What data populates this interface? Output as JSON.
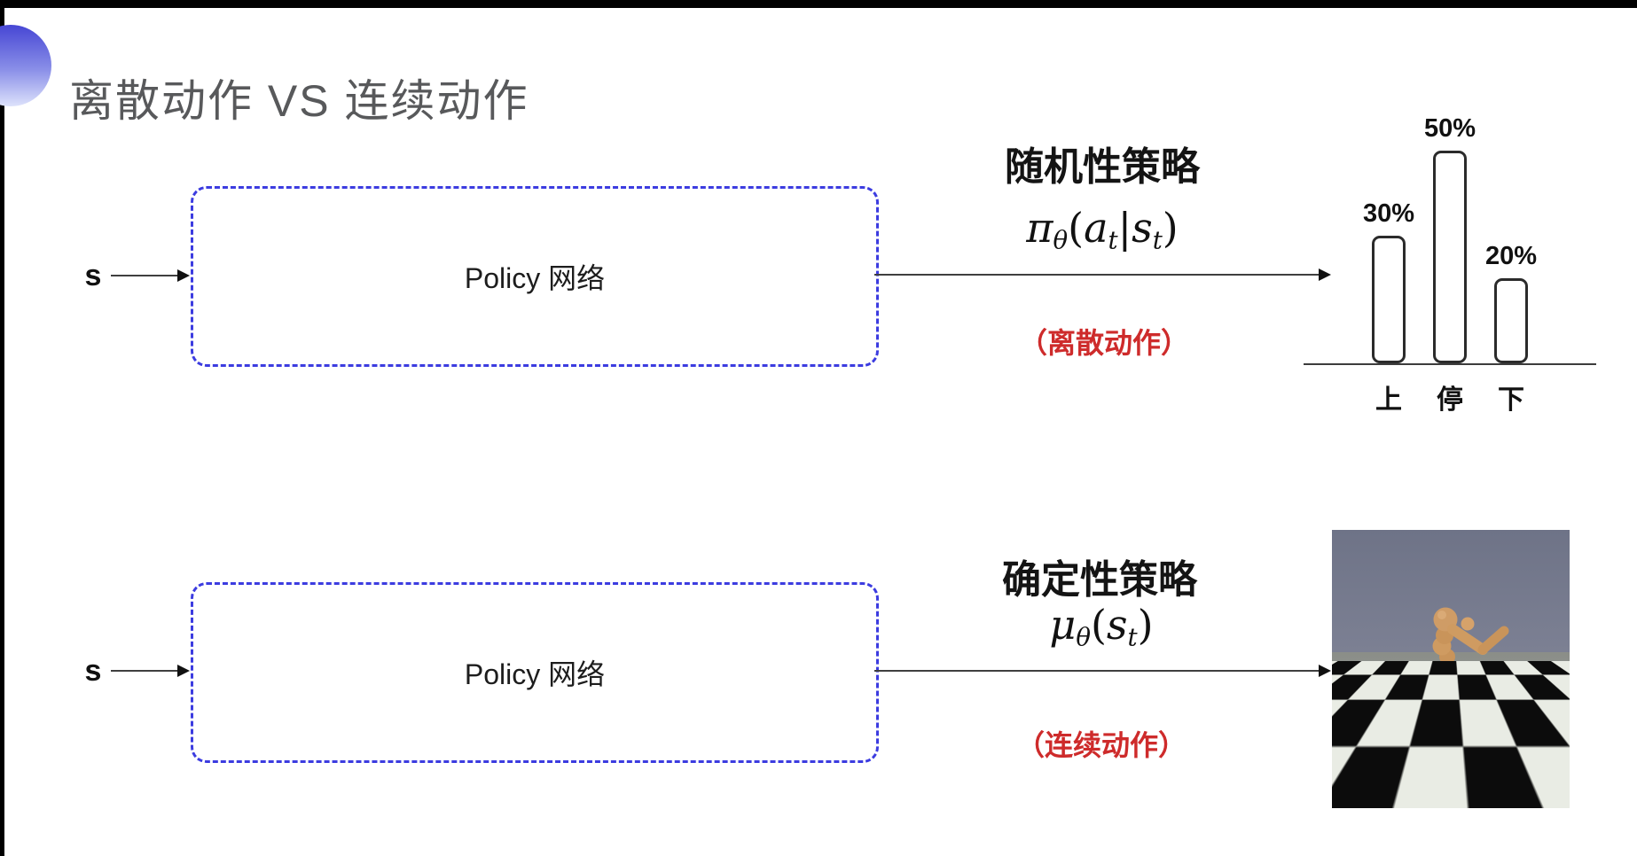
{
  "page": {
    "title": "离散动作 VS 连续动作"
  },
  "rows": [
    {
      "input_label": "s",
      "box_label": "Policy 网络",
      "policy_type": "随机性策略",
      "formula": {
        "head": "π",
        "head_sub": "θ",
        "open": "(",
        "arg1": "a",
        "arg1_sub": "t",
        "bar": "|",
        "arg2": "s",
        "arg2_sub": "t",
        "close": ")"
      },
      "action_note": "（离散动作）"
    },
    {
      "input_label": "s",
      "box_label": "Policy 网络",
      "policy_type": "确定性策略",
      "formula": {
        "head": "μ",
        "head_sub": "θ",
        "open": "(",
        "arg2": "s",
        "arg2_sub": "t",
        "close": ")"
      },
      "action_note": "（连续动作）"
    }
  ],
  "chart_data": {
    "type": "bar",
    "categories": [
      "上",
      "停",
      "下"
    ],
    "values": [
      30,
      50,
      20
    ],
    "value_labels": [
      "30%",
      "50%",
      "20%"
    ],
    "ylim": [
      0,
      60
    ],
    "grid": false,
    "legend": false,
    "bar_fill": "#ffffff",
    "bar_border": "#2b2b2b"
  },
  "figures": {
    "humanoid": "mujoco-humanoid-3d-render"
  },
  "colors": {
    "accent_blue": "#3c3ce0",
    "note_red": "#ce2b2b",
    "title_gray": "#58595b",
    "arrow": "#3f3f3f"
  }
}
